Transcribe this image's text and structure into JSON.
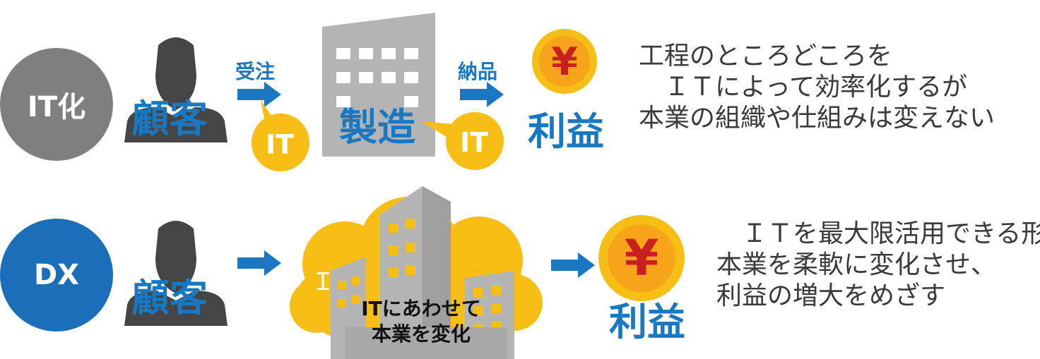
{
  "row_itka": {
    "badge": "IT化",
    "customer": "顧客",
    "arrow1_label": "受注",
    "arrow2_label": "納品",
    "factory": "製造",
    "it_bubble_1": "IT",
    "it_bubble_2": "IT",
    "profit": "利益",
    "yen_symbol": "¥",
    "description": "工程のところどころを\n　ＩＴによって効率化するが\n本業の組織や仕組みは変えない"
  },
  "row_dx": {
    "badge": "DX",
    "customer": "顧客",
    "cloud_letter": "Ｉ",
    "cloud_caption": "ITにあわせて\n本業を変化",
    "profit": "利益",
    "yen_symbol": "¥",
    "description": "　ＩＴを最大限活用できる形に\n本業を柔軟に変化させ、\n利益の増大をめざす"
  },
  "colors": {
    "badge_gray": "#7f7f7f",
    "badge_blue": "#1a6fb8",
    "accent_blue": "#1a78c2",
    "yellow": "#f7be16",
    "building_gray": "#b4b4b4",
    "person_dark": "#454545",
    "yen_red": "#c8201e"
  }
}
